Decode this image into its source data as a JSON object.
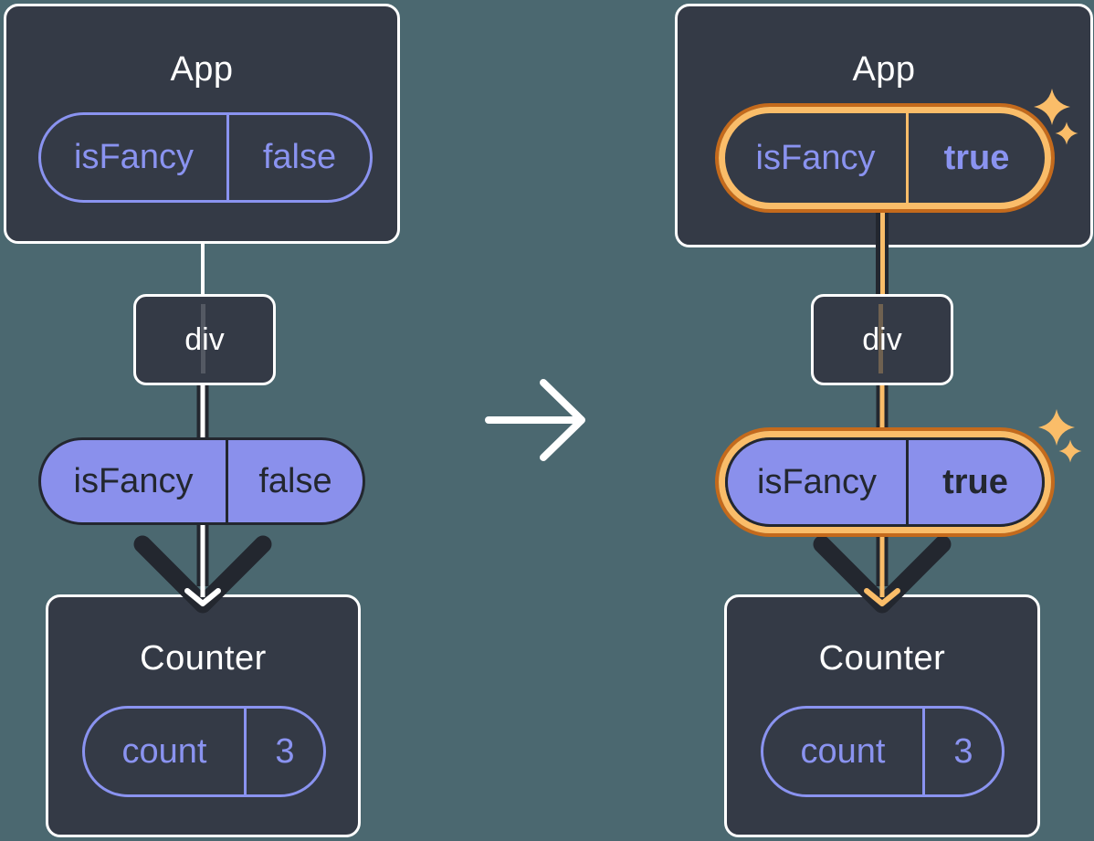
{
  "colors": {
    "background": "#4B6870",
    "card": "#343A46",
    "card_border": "#FFFFFF",
    "ink": "#23272F",
    "purple": "#8A93F0",
    "purple_fill": "#8A90EC",
    "orange": "#FABD69",
    "orange_dark": "#C46A1C",
    "white": "#FFFFFF"
  },
  "before": {
    "app": {
      "title": "App",
      "state_pill": {
        "name": "isFancy",
        "value": "false"
      }
    },
    "div_node": {
      "label": "div"
    },
    "prop_pill": {
      "name": "isFancy",
      "value": "false"
    },
    "counter": {
      "title": "Counter",
      "state_pill": {
        "name": "count",
        "value": "3"
      }
    }
  },
  "after": {
    "app": {
      "title": "App",
      "state_pill": {
        "name": "isFancy",
        "value": "true"
      }
    },
    "div_node": {
      "label": "div"
    },
    "prop_pill": {
      "name": "isFancy",
      "value": "true"
    },
    "counter": {
      "title": "Counter",
      "state_pill": {
        "name": "count",
        "value": "3"
      }
    }
  },
  "icons": {
    "transition_arrow": "right-arrow",
    "sparkles": "sparkles",
    "flow_arrowhead": "down-arrowhead"
  }
}
